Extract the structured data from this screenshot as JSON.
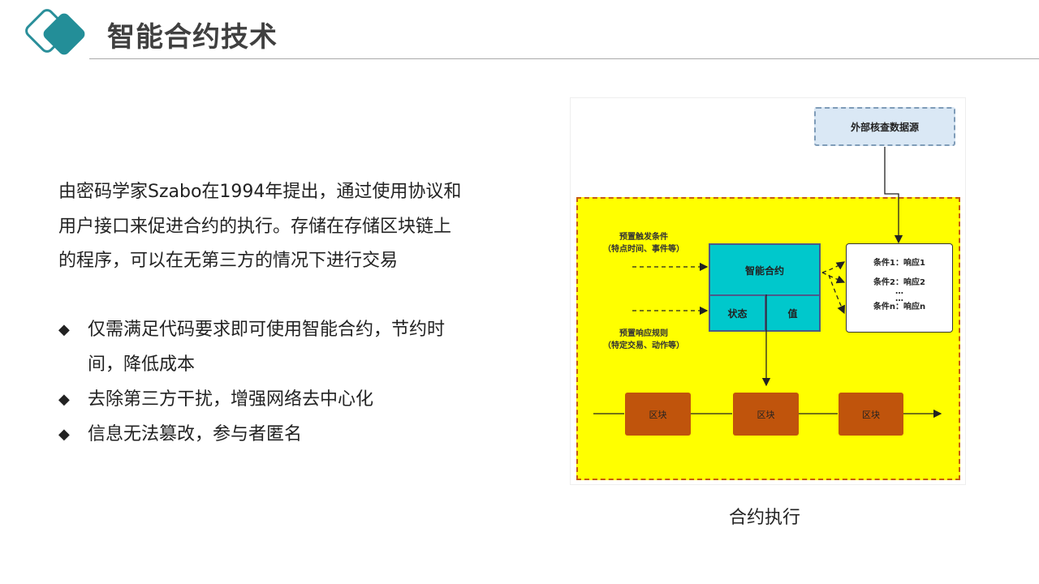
{
  "header": {
    "title": "智能合约技术"
  },
  "body": {
    "paragraph": "由密码学家Szabo在1994年提出，通过使用协议和用户接口来促进合约的执行。存储在存储区块链上的程序，可以在无第三方的情况下进行交易",
    "bullet_icon": "diamond-bullet",
    "bullets": [
      "仅需满足代码要求即可使用智能合约，节约时间，降低成本",
      "去除第三方干扰，增强网络去中心化",
      "信息无法篡改，参与者匿名"
    ]
  },
  "diagram": {
    "external_source": "外部核查数据源",
    "trigger_label": "预置触发条件",
    "trigger_sub": "（特点时间、事件等）",
    "response_label": "预置响应规则",
    "response_sub": "（特定交易、动作等）",
    "contract": "智能合约",
    "state": "状态",
    "value": "值",
    "conditions": [
      "条件1：响应1",
      "条件2：响应2",
      "…",
      "…",
      "条件n：响应n"
    ],
    "blocks": [
      "区块",
      "区块",
      "区块"
    ],
    "colors": {
      "yellow": "#ffff00",
      "teal": "#00c8cc",
      "block": "#c0540c",
      "source": "#dae8f5"
    }
  },
  "caption": "合约执行"
}
